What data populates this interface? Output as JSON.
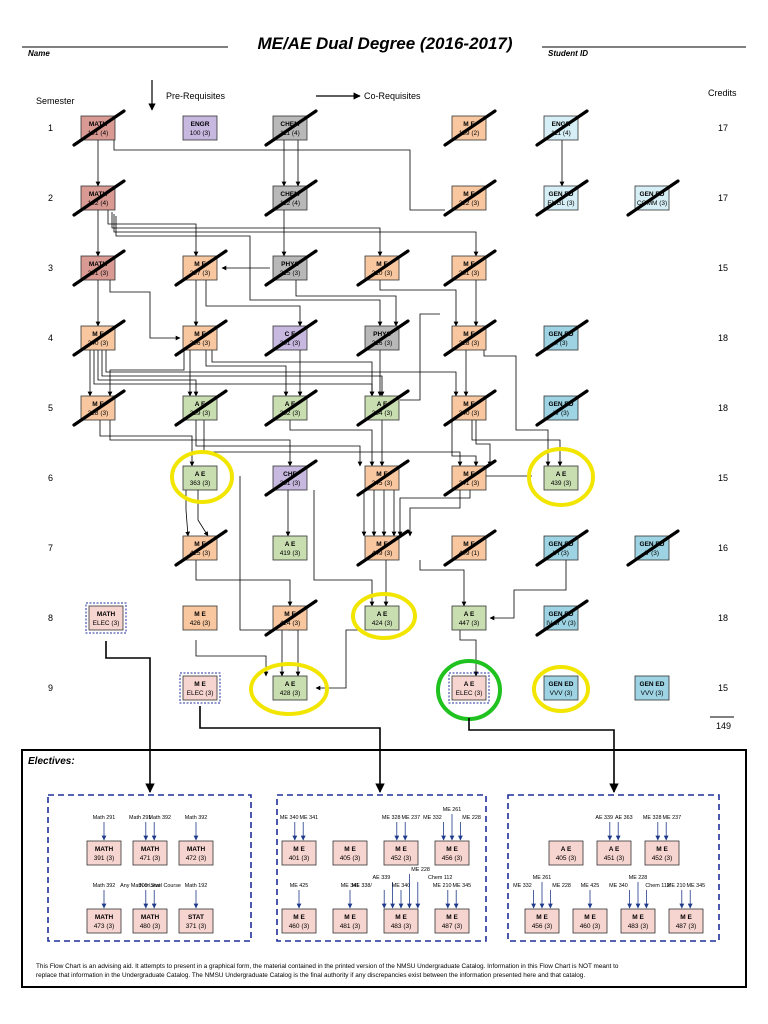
{
  "header": {
    "title": "ME/AE Dual Degree (2016-2017)",
    "name_label": "Name",
    "student_id_label": "Student ID"
  },
  "legend": {
    "prereq_label": "Pre-Requisites",
    "coreq_label": "Co-Requisites"
  },
  "columns": {
    "semester_label": "Semester",
    "credits_label": "Credits"
  },
  "rows": [
    {
      "semester": "1",
      "credits": "17"
    },
    {
      "semester": "2",
      "credits": "17"
    },
    {
      "semester": "3",
      "credits": "15"
    },
    {
      "semester": "4",
      "credits": "18"
    },
    {
      "semester": "5",
      "credits": "18"
    },
    {
      "semester": "6",
      "credits": "15"
    },
    {
      "semester": "7",
      "credits": "16"
    },
    {
      "semester": "8",
      "credits": "18"
    },
    {
      "semester": "9",
      "credits": "15"
    }
  ],
  "total_credits": "149",
  "colors": {
    "math": "#d99a94",
    "engl": "#c7b8e0",
    "chem": "#b8b8b8",
    "me": "#f8c7a0",
    "engr": "#d6eef5",
    "gened": "#9dd3e3",
    "ae": "#c8ddb0",
    "ce": "#c7b8e0",
    "phys": "#b8b8b8",
    "elective": "#f6d4cf",
    "highlight_yellow": "#f2e600",
    "highlight_green": "#1fc21f"
  },
  "courses": [
    {
      "id": "math191",
      "l1": "MATH",
      "l2": "191 (4)",
      "kind": "math",
      "crossed": true
    },
    {
      "id": "engl",
      "l1": "ENGR",
      "l2": "100 (3)",
      "kind": "engl",
      "crossed": false
    },
    {
      "id": "chem111",
      "l1": "CHEM",
      "l2": "111 (4)",
      "kind": "chem",
      "crossed": true
    },
    {
      "id": "me159",
      "l1": "M E",
      "l2": "159 (2)",
      "kind": "me",
      "crossed": true
    },
    {
      "id": "engr111",
      "l1": "ENGR",
      "l2": "111 (4)",
      "kind": "engr",
      "crossed": true
    },
    {
      "id": "math192",
      "l1": "MATH",
      "l2": "192 (4)",
      "kind": "math",
      "crossed": true
    },
    {
      "id": "chem112",
      "l1": "CHEM",
      "l2": "112 (4)",
      "kind": "chem",
      "crossed": true
    },
    {
      "id": "me222",
      "l1": "M E",
      "l2": "222 (3)",
      "kind": "me",
      "crossed": true
    },
    {
      "id": "gened2",
      "l1": "GEN ED",
      "l2": "ENGL (3)",
      "kind": "engr",
      "crossed": true
    },
    {
      "id": "gened2b",
      "l1": "GEN ED",
      "l2": "COMM (3)",
      "kind": "engr",
      "crossed": true
    },
    {
      "id": "math291",
      "l1": "MATH",
      "l2": "291 (3)",
      "kind": "math",
      "crossed": true
    },
    {
      "id": "me237",
      "l1": "M E",
      "l2": "237 (3)",
      "kind": "me",
      "crossed": true
    },
    {
      "id": "phys215",
      "l1": "PHYS",
      "l2": "215 (3)",
      "kind": "phys",
      "crossed": true
    },
    {
      "id": "me3c",
      "l1": "M E",
      "l2": "210 (3)",
      "kind": "me",
      "crossed": true
    },
    {
      "id": "me261",
      "l1": "M E",
      "l2": "261 (3)",
      "kind": "me",
      "crossed": true
    },
    {
      "id": "me4a",
      "l1": "M E",
      "l2": "240 (3)",
      "kind": "me",
      "crossed": true
    },
    {
      "id": "me4b",
      "l1": "M E",
      "l2": "236 (3)",
      "kind": "me",
      "crossed": true
    },
    {
      "id": "ce301",
      "l1": "C E",
      "l2": "301 (3)",
      "kind": "ce",
      "crossed": true
    },
    {
      "id": "phys216",
      "l1": "PHYS",
      "l2": "216 (3)",
      "kind": "phys",
      "crossed": true
    },
    {
      "id": "me4e",
      "l1": "M E",
      "l2": "228 (3)",
      "kind": "me",
      "crossed": true
    },
    {
      "id": "gened4",
      "l1": "GEN ED",
      "l2": "II (3)",
      "kind": "gened",
      "crossed": true
    },
    {
      "id": "me5a",
      "l1": "M E",
      "l2": "328 (3)",
      "kind": "me",
      "crossed": true
    },
    {
      "id": "ae5a",
      "l1": "A E",
      "l2": "339 (3)",
      "kind": "ae",
      "crossed": true
    },
    {
      "id": "ae5b",
      "l1": "A E",
      "l2": "362 (3)",
      "kind": "ae",
      "crossed": true
    },
    {
      "id": "ae5c",
      "l1": "A E",
      "l2": "364 (3)",
      "kind": "ae",
      "crossed": true
    },
    {
      "id": "me5e",
      "l1": "M E",
      "l2": "340 (3)",
      "kind": "me",
      "crossed": true
    },
    {
      "id": "gened5",
      "l1": "GEN ED",
      "l2": "IV (3)",
      "kind": "gened",
      "crossed": true
    },
    {
      "id": "ae363",
      "l1": "A E",
      "l2": "363 (3)",
      "kind": "ae",
      "crossed": false
    },
    {
      "id": "ch6",
      "l1": "CHE",
      "l2": "361 (3)",
      "kind": "ce",
      "crossed": true
    },
    {
      "id": "me6a",
      "l1": "M E",
      "l2": "345 (3)",
      "kind": "me",
      "crossed": true
    },
    {
      "id": "me6b",
      "l1": "M E",
      "l2": "341 (3)",
      "kind": "me",
      "crossed": true
    },
    {
      "id": "ae439",
      "l1": "A E",
      "l2": "439 (3)",
      "kind": "ae",
      "crossed": false
    },
    {
      "id": "me7a",
      "l1": "M E",
      "l2": "425 (3)",
      "kind": "me",
      "crossed": true
    },
    {
      "id": "ae419",
      "l1": "A E",
      "l2": "419 (3)",
      "kind": "ae",
      "crossed": false
    },
    {
      "id": "me7c",
      "l1": "M E",
      "l2": "449 (3)",
      "kind": "me",
      "crossed": true
    },
    {
      "id": "me7d",
      "l1": "M E",
      "l2": "409 (1)",
      "kind": "me",
      "crossed": true
    },
    {
      "id": "gened7a",
      "l1": "GEN ED",
      "l2": "VI (3)",
      "kind": "gened",
      "crossed": true
    },
    {
      "id": "gened7b",
      "l1": "GEN ED",
      "l2": "V (3)",
      "kind": "gened",
      "crossed": true
    },
    {
      "id": "mathelec",
      "l1": "MATH",
      "l2": "ELEC (3)",
      "kind": "elective",
      "crossed": false,
      "dotted": true
    },
    {
      "id": "me426",
      "l1": "M E",
      "l2": "426 (3)",
      "kind": "me",
      "crossed": false
    },
    {
      "id": "me8c",
      "l1": "M E",
      "l2": "424 (3)",
      "kind": "me",
      "crossed": true
    },
    {
      "id": "ae424",
      "l1": "A E",
      "l2": "424 (3)",
      "kind": "ae",
      "crossed": false
    },
    {
      "id": "ae447",
      "l1": "A E",
      "l2": "447 (3)",
      "kind": "ae",
      "crossed": false
    },
    {
      "id": "gened8",
      "l1": "GEN ED",
      "l2": "IV or V (3)",
      "kind": "gened",
      "crossed": true
    },
    {
      "id": "meelec",
      "l1": "M E",
      "l2": "ELEC (3)",
      "kind": "elective",
      "crossed": false,
      "dotted": true
    },
    {
      "id": "ae428",
      "l1": "A E",
      "l2": "428 (3)",
      "kind": "ae",
      "crossed": false
    },
    {
      "id": "aeelec",
      "l1": "A E",
      "l2": "ELEC (3)",
      "kind": "elective",
      "crossed": false,
      "dotted": true
    },
    {
      "id": "gened9a",
      "l1": "GEN ED",
      "l2": "VVV (3)",
      "kind": "gened",
      "crossed": false
    },
    {
      "id": "gened9b",
      "l1": "GEN ED",
      "l2": "VVV (3)",
      "kind": "gened",
      "crossed": false
    }
  ],
  "electives": {
    "title": "Electives:",
    "math": [
      {
        "l1": "MATH",
        "l2": "391 (3)",
        "pre": [
          "Math 291"
        ]
      },
      {
        "l1": "MATH",
        "l2": "471 (3)",
        "pre": [
          "Math 291",
          "Math 392"
        ]
      },
      {
        "l1": "MATH",
        "l2": "472 (3)",
        "pre": [
          "Math 392"
        ]
      },
      {
        "l1": "MATH",
        "l2": "473 (3)",
        "pre": [
          "Math 392"
        ]
      },
      {
        "l1": "MATH",
        "l2": "480 (3)",
        "pre": [
          "Any Math or Stat",
          "300 Level Course"
        ]
      },
      {
        "l1": "STAT",
        "l2": "371 (3)",
        "pre": [
          "Math 192"
        ]
      }
    ],
    "me": [
      {
        "l1": "M E",
        "l2": "401 (3)",
        "pre": [
          "ME 340",
          "ME 341"
        ]
      },
      {
        "l1": "M E",
        "l2": "405 (3)",
        "pre": []
      },
      {
        "l1": "M E",
        "l2": "452 (3)",
        "pre": [
          "ME 328",
          "ME 237"
        ]
      },
      {
        "l1": "M E",
        "l2": "456 (3)",
        "pre": [
          "ME 332",
          "ME 261",
          "ME 228"
        ]
      },
      {
        "l1": "M E",
        "l2": "460 (3)",
        "pre": [
          "ME 425"
        ]
      },
      {
        "l1": "M E",
        "l2": "481 (3)",
        "pre": [
          "ME 341"
        ]
      },
      {
        "l1": "M E",
        "l2": "483 (3)",
        "pre": [
          "ME 338/",
          "AE 339",
          "ME 340",
          "ME 228",
          "Chem 112"
        ]
      },
      {
        "l1": "M E",
        "l2": "487 (3)",
        "pre": [
          "ME 210",
          "ME 345"
        ]
      }
    ],
    "ae": [
      {
        "l1": "A E",
        "l2": "405 (3)",
        "pre": []
      },
      {
        "l1": "A E",
        "l2": "451 (3)",
        "pre": [
          "AE 339",
          "AE 363"
        ]
      },
      {
        "l1": "M E",
        "l2": "452 (3)",
        "pre": [
          "ME 328",
          "ME 237"
        ]
      },
      {
        "l1": "M E",
        "l2": "456 (3)",
        "pre": [
          "ME 332",
          "ME 261",
          "ME 228"
        ]
      },
      {
        "l1": "M E",
        "l2": "460 (3)",
        "pre": [
          "ME 425"
        ]
      },
      {
        "l1": "M E",
        "l2": "483 (3)",
        "pre": [
          "ME 340",
          "ME 228",
          "Chem 112"
        ]
      },
      {
        "l1": "M E",
        "l2": "487 (3)",
        "pre": [
          "ME 210",
          "ME 345"
        ]
      }
    ]
  },
  "footer": {
    "line1": "This Flow Chart is an advising aid. It attempts to present in a graphical form, the material contained in the printed version of the NMSU Undergraduate Catalog. Information in this Flow Chart is NOT meant to",
    "line2": "replace that information in the Undergraduate Catalog. The NMSU Undergraduate Catalog is the final authority if any discrepancies exist between the information presented here and that catalog."
  }
}
